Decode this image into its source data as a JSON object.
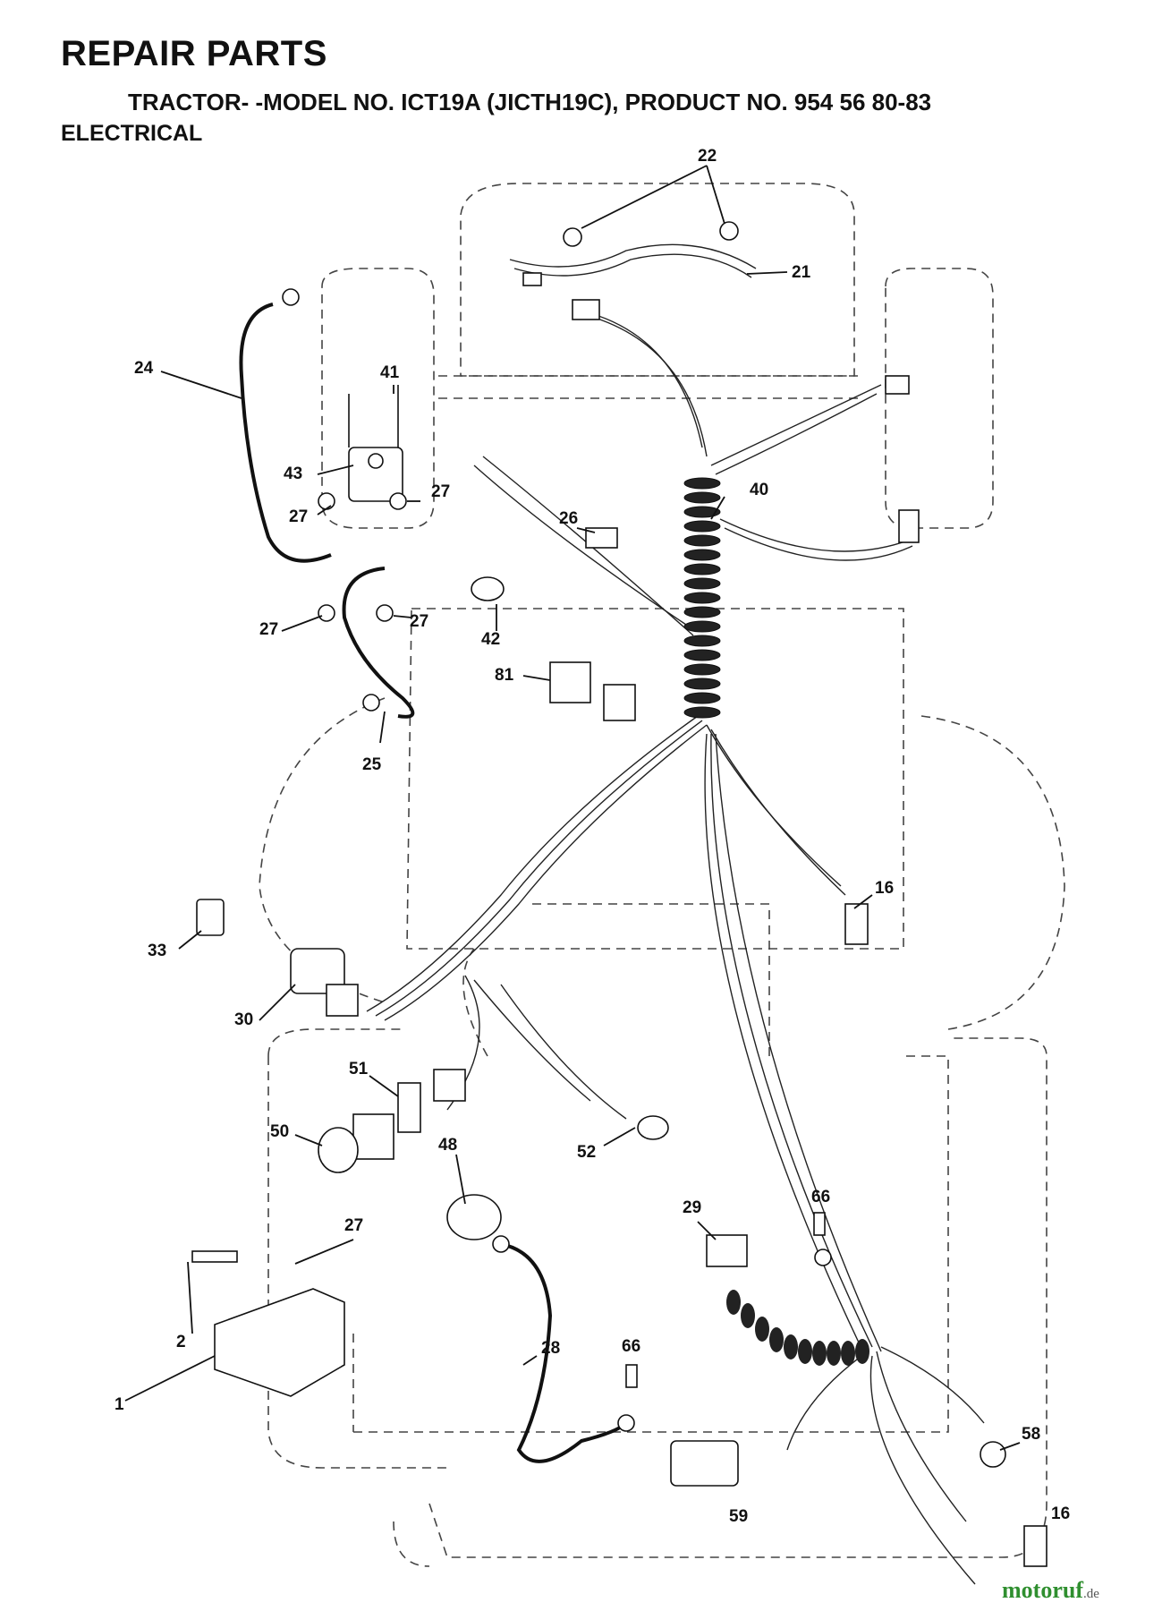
{
  "header": {
    "title": "REPAIR PARTS",
    "subtitle": "TRACTOR- -MODEL NO. ICT19A (JICTH19C), PRODUCT NO. 954 56 80-83",
    "section": "ELECTRICAL"
  },
  "callouts": [
    "22",
    "21",
    "24",
    "41",
    "43",
    "27",
    "27",
    "27",
    "27",
    "40",
    "26",
    "42",
    "81",
    "25",
    "16",
    "33",
    "30",
    "51",
    "50",
    "48",
    "52",
    "27",
    "66",
    "29",
    "2",
    "28",
    "66",
    "1",
    "58",
    "59",
    "16"
  ],
  "watermark": {
    "brand": "motoruf",
    "tld": ".de"
  }
}
